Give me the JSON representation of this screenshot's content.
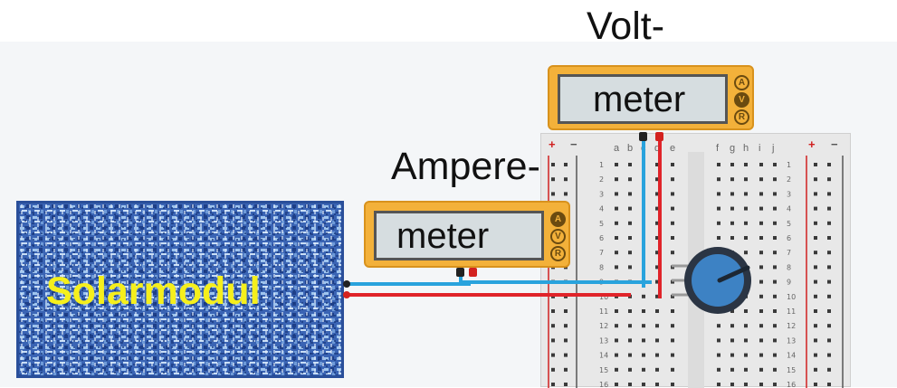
{
  "labels": {
    "volt_top": "Volt-",
    "volt_meter": "meter",
    "ampere_top": "Ampere-",
    "ampere_meter": "meter",
    "solar": "Solarmodul"
  },
  "meter_knobs": [
    "A",
    "V",
    "R"
  ],
  "breadboard": {
    "rail_plus": "+",
    "rail_minus": "−",
    "left_columns": [
      "a",
      "b",
      "c",
      "d",
      "e"
    ],
    "right_columns": [
      "f",
      "g",
      "h",
      "i",
      "j"
    ],
    "row_numbers": [
      "1",
      "2",
      "3",
      "4",
      "5",
      "6",
      "7",
      "8",
      "9",
      "10",
      "11",
      "12",
      "13",
      "14",
      "15",
      "16"
    ]
  },
  "colors": {
    "meter_body": "#f3b13a",
    "wire_blue": "#29a3dd",
    "wire_red": "#e0242a",
    "solar_label": "#f5ef1c",
    "potentiometer": "#3d82c4"
  }
}
